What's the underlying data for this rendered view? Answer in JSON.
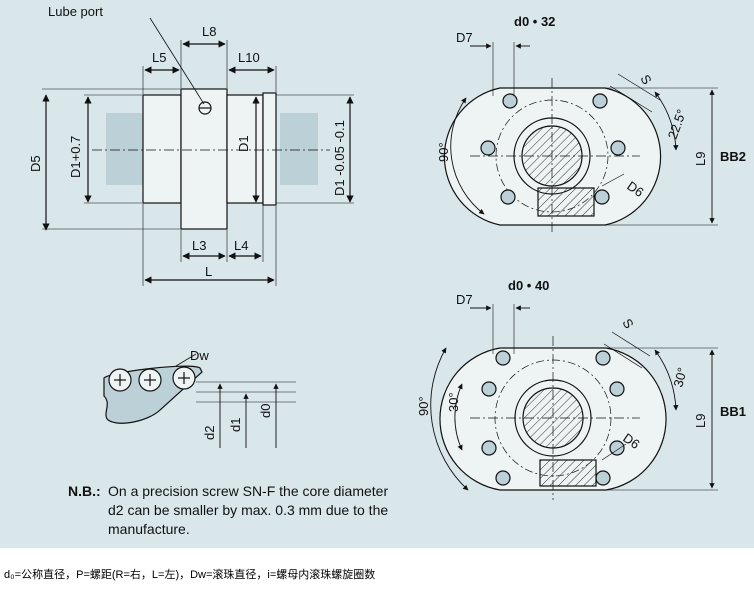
{
  "labels": {
    "lube_port": "Lube port",
    "L8": "L8",
    "L5": "L5",
    "L10": "L10",
    "L3": "L3",
    "L4": "L4",
    "L": "L",
    "D5": "D5",
    "D1_tol": "D1+0.7",
    "D1": "D1",
    "D1_tol2": "D1 -0.05 -0.1",
    "D7_top": "D7",
    "d0_top": "d0 • 32",
    "S_top": "S",
    "angle_22_5": "22.5°",
    "angle_90_top": "90°",
    "D6_top": "D6",
    "L9_top": "L9",
    "BB2": "BB2",
    "D7_bot": "D7",
    "d0_bot": "d0 • 40",
    "S_bot": "S",
    "angle_30_right": "30°",
    "angle_90_bot": "90°",
    "angle_30_left": "30°",
    "D6_bot": "D6",
    "L9_bot": "L9",
    "BB1": "BB1",
    "Dw": "Dw",
    "d2": "d2",
    "d1": "d1",
    "d0": "d0"
  },
  "note": {
    "heading": "N.B.:",
    "line1": "On a precision screw SN-F the core diameter",
    "line2": "d2 can be smaller by max. 0.3 mm due to the",
    "line3": "manufacture."
  },
  "caption": "d₀=公称直径，P=螺距(R=右，L=左)，Dw=滚珠直径，i=螺母内滚珠螺旋圈数",
  "colors": {
    "background": "#d9e6ea",
    "part_fill": "#eef3f4",
    "screw_fill": "#bcd0d8",
    "line": "#111111"
  }
}
